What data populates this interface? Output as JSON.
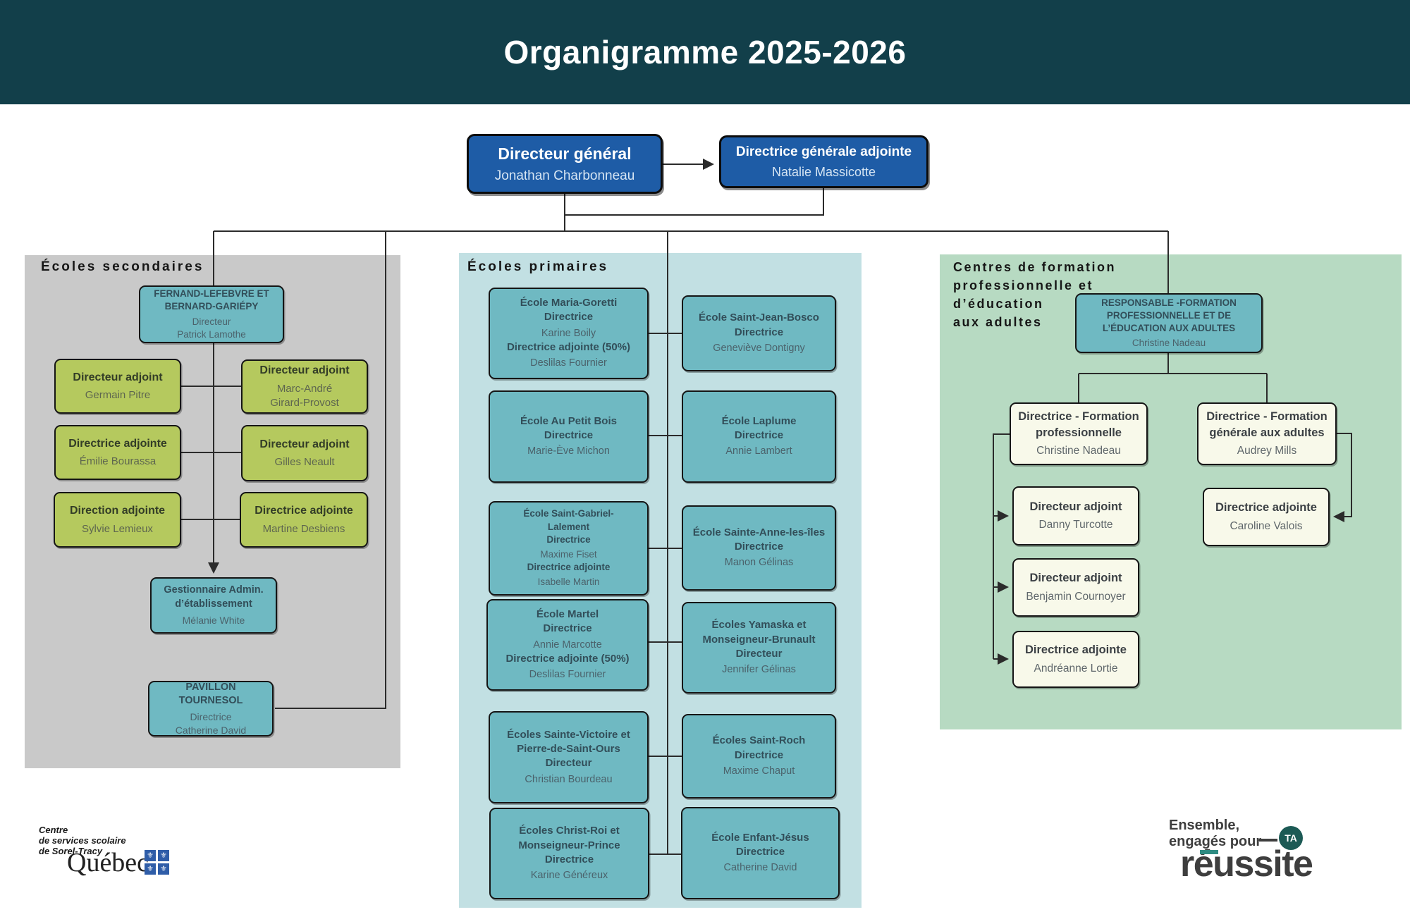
{
  "title": "Organigramme 2025-2026",
  "direction": {
    "dg": {
      "lines": [
        {
          "t": "Directeur général",
          "b": true
        },
        "Jonathan Charbonneau"
      ]
    },
    "dga": {
      "lines": [
        {
          "t": "Directrice générale adjointe",
          "b": true
        },
        "Natalie Massicotte"
      ]
    }
  },
  "secondaires": {
    "label": "Écoles secondaires",
    "fernand": {
      "lines": [
        {
          "t": "FERNAND-LEFEBVRE ET",
          "b": true
        },
        {
          "t": "BERNARD-GARIÉPY",
          "b": true
        },
        "Directeur",
        "Patrick Lamothe"
      ]
    },
    "adj1": {
      "lines": [
        {
          "t": "Directeur adjoint",
          "b": true
        },
        "Germain Pitre"
      ]
    },
    "adj2": {
      "lines": [
        {
          "t": "Directeur adjoint",
          "b": true
        },
        "Marc-André",
        "Girard-Provost"
      ]
    },
    "adj3": {
      "lines": [
        {
          "t": "Directrice adjointe",
          "b": true
        },
        "Émilie Bourassa"
      ]
    },
    "adj4": {
      "lines": [
        {
          "t": "Directeur adjoint",
          "b": true
        },
        "Gilles Neault"
      ]
    },
    "adj5": {
      "lines": [
        {
          "t": "Direction adjointe",
          "b": true
        },
        "Sylvie Lemieux"
      ]
    },
    "adj6": {
      "lines": [
        {
          "t": "Directrice adjointe",
          "b": true
        },
        "Martine Desbiens"
      ]
    },
    "gestionnaire": {
      "lines": [
        {
          "t": "Gestionnaire Admin.",
          "b": true
        },
        {
          "t": "d’établissement",
          "b": true
        },
        "Mélanie White"
      ]
    },
    "pavillon": {
      "lines": [
        {
          "t": "PAVILLON TOURNESOL",
          "b": true
        },
        "Directrice",
        "Catherine David"
      ]
    }
  },
  "primaires": {
    "label": "Écoles primaires",
    "r1l": {
      "lines": [
        {
          "t": "École Maria-Goretti",
          "b": true
        },
        {
          "t": "Directrice",
          "b": true
        },
        "Karine Boily",
        {
          "t": "Directrice adjointe (50%)",
          "b": true
        },
        "Deslilas Fournier"
      ]
    },
    "r1r": {
      "lines": [
        {
          "t": "École Saint-Jean-Bosco",
          "b": true
        },
        {
          "t": "Directrice",
          "b": true
        },
        "Geneviève Dontigny"
      ]
    },
    "r2l": {
      "lines": [
        {
          "t": "École Au Petit Bois",
          "b": true
        },
        {
          "t": "Directrice",
          "b": true
        },
        "Marie-Ève Michon"
      ]
    },
    "r2r": {
      "lines": [
        {
          "t": "École Laplume",
          "b": true
        },
        {
          "t": "Directrice",
          "b": true
        },
        "Annie Lambert"
      ]
    },
    "r3l": {
      "lines": [
        {
          "t": "École Saint-Gabriel-",
          "b": true
        },
        {
          "t": "Lalement",
          "b": true
        },
        {
          "t": "Directrice",
          "b": true
        },
        "Maxime Fiset",
        {
          "t": "Directrice adjointe",
          "b": true
        },
        "Isabelle Martin"
      ]
    },
    "r3r": {
      "lines": [
        {
          "t": "École Sainte-Anne-les-îles",
          "b": true
        },
        {
          "t": "Directrice",
          "b": true
        },
        "Manon Gélinas"
      ]
    },
    "r4l": {
      "lines": [
        {
          "t": "École Martel",
          "b": true
        },
        {
          "t": "Directrice",
          "b": true
        },
        "Annie Marcotte",
        {
          "t": "Directrice adjointe (50%)",
          "b": true
        },
        "Deslilas Fournier"
      ]
    },
    "r4r": {
      "lines": [
        {
          "t": "Écoles Yamaska et",
          "b": true
        },
        {
          "t": "Monseigneur-Brunault",
          "b": true
        },
        {
          "t": "Directeur",
          "b": true
        },
        "Jennifer Gélinas"
      ]
    },
    "r5l": {
      "lines": [
        {
          "t": "Écoles Sainte-Victoire et",
          "b": true
        },
        {
          "t": "Pierre-de-Saint-Ours",
          "b": true
        },
        {
          "t": "Directeur",
          "b": true
        },
        "Christian Bourdeau"
      ]
    },
    "r5r": {
      "lines": [
        {
          "t": "Écoles Saint-Roch",
          "b": true
        },
        {
          "t": "Directrice",
          "b": true
        },
        "Maxime Chaput"
      ]
    },
    "r6l": {
      "lines": [
        {
          "t": "Écoles Christ-Roi et",
          "b": true
        },
        {
          "t": "Monseigneur-Prince",
          "b": true
        },
        {
          "t": "Directrice",
          "b": true
        },
        "Karine Généreux"
      ]
    },
    "r6r": {
      "lines": [
        {
          "t": "École Enfant-Jésus",
          "b": true
        },
        {
          "t": "Directrice",
          "b": true
        },
        "Catherine David"
      ]
    }
  },
  "formation": {
    "label_lines": [
      "Centres de formation",
      "professionnelle et",
      "d’éducation",
      "aux adultes"
    ],
    "resp": {
      "lines": [
        {
          "t": "RESPONSABLE -FORMATION",
          "b": true
        },
        {
          "t": "PROFESSIONNELLE ET DE",
          "b": true
        },
        {
          "t": "L’ÉDUCATION AUX ADULTES",
          "b": true
        },
        "Christine Nadeau"
      ]
    },
    "fp": {
      "lines": [
        {
          "t": "Directrice - Formation",
          "b": true
        },
        {
          "t": "professionnelle",
          "b": true
        },
        "Christine Nadeau"
      ]
    },
    "fga": {
      "lines": [
        {
          "t": "Directrice - Formation",
          "b": true
        },
        {
          "t": "générale aux adultes",
          "b": true
        },
        "Audrey Mills"
      ]
    },
    "adj1": {
      "lines": [
        {
          "t": "Directeur adjoint",
          "b": true
        },
        "Danny Turcotte"
      ]
    },
    "adj2": {
      "lines": [
        {
          "t": "Directeur adjoint",
          "b": true
        },
        "Benjamin Cournoyer"
      ]
    },
    "adj3": {
      "lines": [
        {
          "t": "Directrice adjointe",
          "b": true
        },
        "Andréanne Lortie"
      ]
    },
    "adj4": {
      "lines": [
        {
          "t": "Directrice adjointe",
          "b": true
        },
        "Caroline Valois"
      ]
    }
  },
  "footer": {
    "csst_lines": [
      "Centre",
      "de services scolaire",
      "de Sorel-Tracy"
    ],
    "csst_wordmark": "Québec",
    "flag_symbol": "⚜",
    "slogan": {
      "line1": "Ensemble,",
      "line2": "engagés pour",
      "badge": "TA",
      "word": "réussite"
    }
  },
  "colors": {
    "header_bg": "#123F4A",
    "box_blue": "#1E5CA6",
    "box_teal": "#6FB9C2",
    "box_green": "#B5C95E",
    "box_cream": "#F8F9EA",
    "panel_gray": "#C9C9C9",
    "panel_teal": "#C2E0E3",
    "panel_green": "#B7DAC2",
    "connector": "#2B2B2B",
    "quebec_blue": "#2F5DA8",
    "badge_teal": "#1C5A55",
    "slogan_text": "#3E3E3E"
  }
}
